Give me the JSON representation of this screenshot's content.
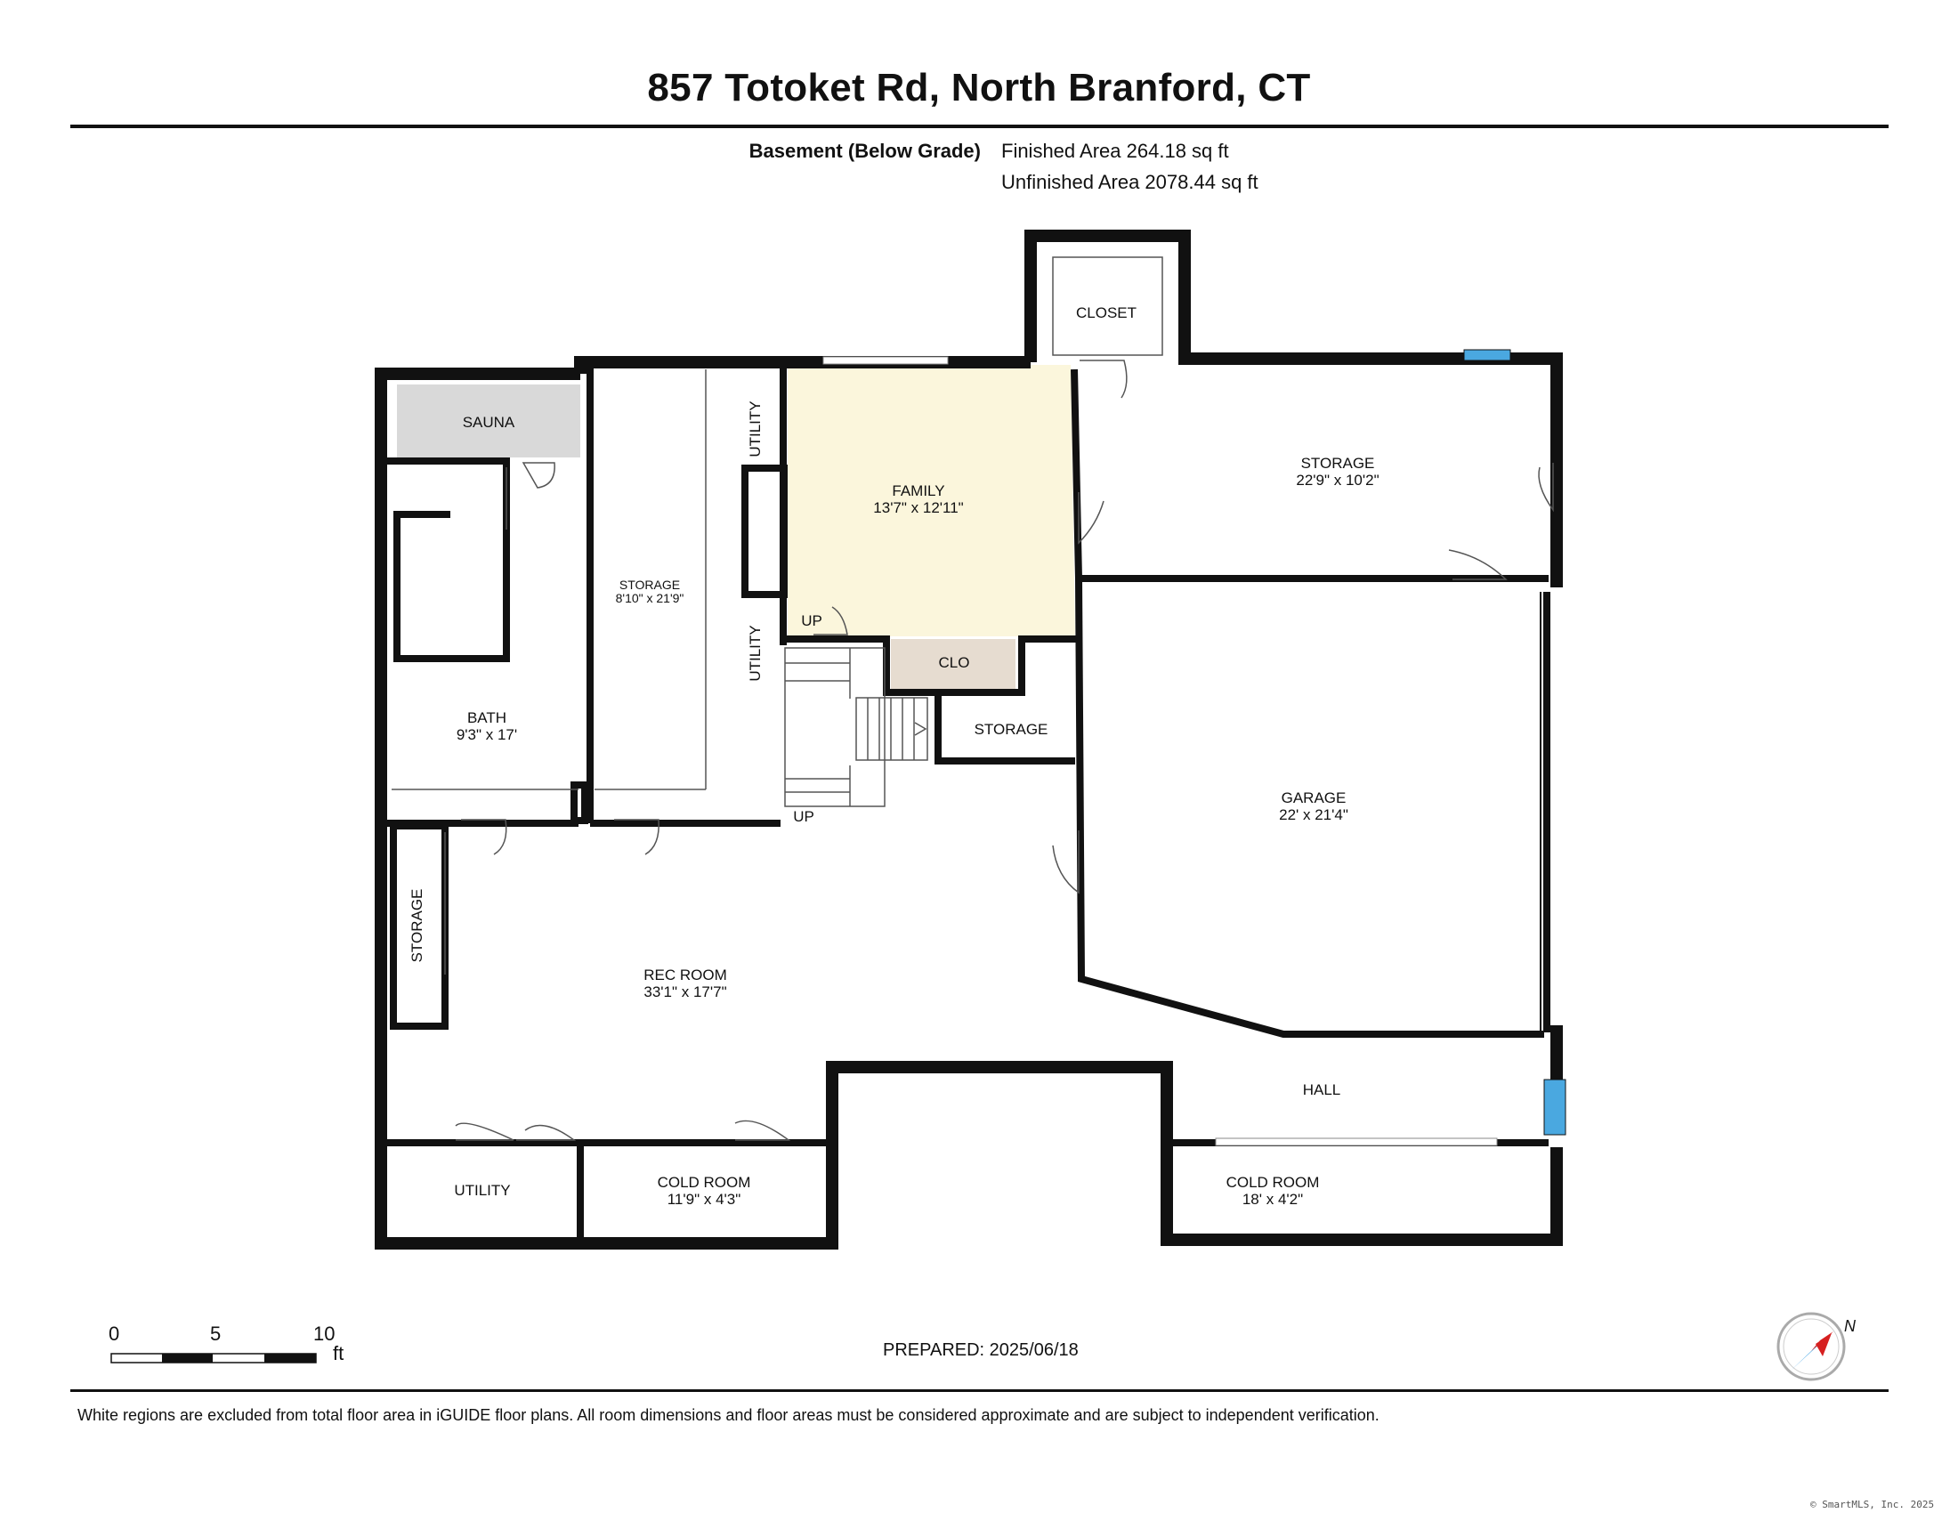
{
  "header": {
    "title": "857 Totoket Rd, North Branford, CT",
    "floor_label": "Basement (Below Grade)",
    "finished_area": "Finished Area 264.18 sq ft",
    "unfinished_area": "Unfinished Area 2078.44 sq ft"
  },
  "rooms": {
    "closet": {
      "name": "CLOSET"
    },
    "sauna": {
      "name": "SAUNA"
    },
    "utility_top": {
      "name": "UTILITY"
    },
    "utility_mid": {
      "name": "UTILITY"
    },
    "family": {
      "name": "FAMILY",
      "dims": "13'7\" x 12'11\""
    },
    "storage_top_right": {
      "name": "STORAGE",
      "dims": "22'9\" x 10'2\""
    },
    "storage_tall": {
      "name": "STORAGE",
      "dims": "8'10\" x 21'9\""
    },
    "clo": {
      "name": "CLO"
    },
    "storage_small": {
      "name": "STORAGE"
    },
    "bath": {
      "name": "BATH",
      "dims": "9'3\" x 17'"
    },
    "garage": {
      "name": "GARAGE",
      "dims": "22' x 21'4\""
    },
    "storage_left": {
      "name": "STORAGE"
    },
    "rec_room": {
      "name": "REC ROOM",
      "dims": "33'1\" x 17'7\""
    },
    "hall": {
      "name": "HALL"
    },
    "utility_bottom": {
      "name": "UTILITY"
    },
    "cold_room_left": {
      "name": "COLD ROOM",
      "dims": "11'9\" x 4'3\""
    },
    "cold_room_right": {
      "name": "COLD ROOM",
      "dims": "18' x 4'2\""
    },
    "up_top": "UP",
    "up_bottom": "UP"
  },
  "fill_colors": {
    "family": "#fbf6dc",
    "clo": "#e6dcd0",
    "sauna": "#d9d9d9",
    "window_blue": "#4aa8e0",
    "compass_blue": "#6ab8ea",
    "compass_red": "#d62020"
  },
  "scale": {
    "tick_0": "0",
    "tick_5": "5",
    "tick_10": "10",
    "unit": "ft"
  },
  "compass_label": "N",
  "footer": {
    "prepared": "PREPARED: 2025/06/18",
    "disclaimer": "White regions are excluded from total floor area in iGUIDE floor plans. All room dimensions and floor areas must be considered approximate and are subject to independent verification.",
    "copyright": "© SmartMLS, Inc. 2025"
  }
}
